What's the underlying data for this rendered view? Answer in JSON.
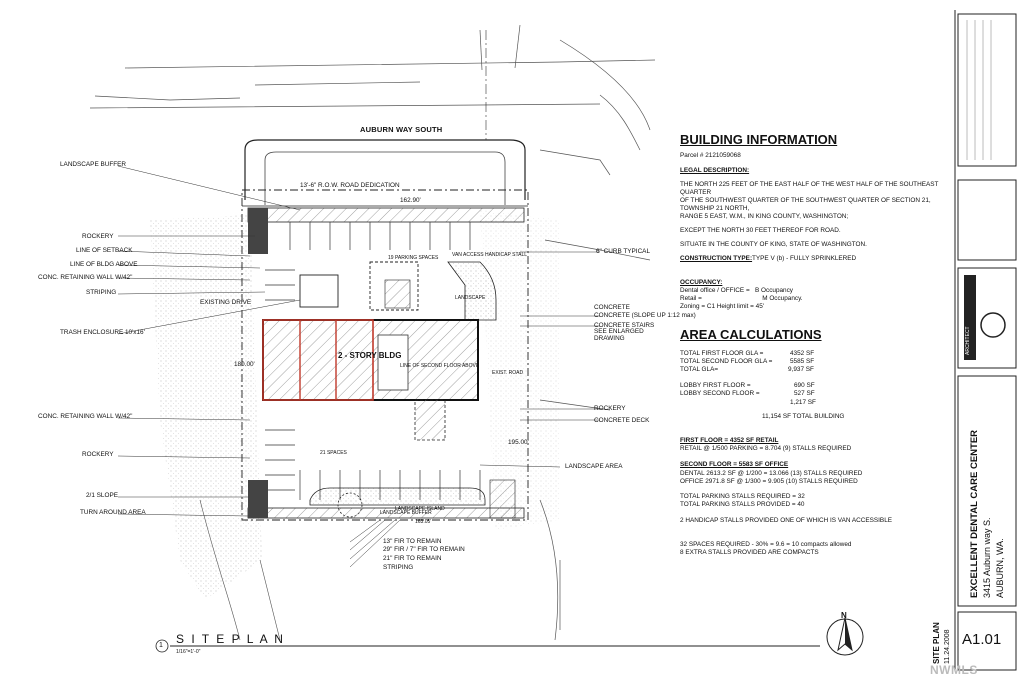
{
  "header": {
    "street_name": "AUBURN WAY SOUTH"
  },
  "building_info": {
    "title": "BUILDING INFORMATION",
    "parcel": "Parcel # 2121059068",
    "legal_heading": "LEGAL DESCRIPTION:",
    "legal_lines": [
      "THE NORTH 225 FEET OF THE EAST HALF OF THE WEST HALF OF THE SOUTHEAST",
      "QUARTER",
      "OF THE SOUTHWEST QUARTER OF THE SOUTHWEST QUARTER OF SECTION 21,",
      "TOWNSHIP 21 NORTH,",
      "RANGE 5 EAST, W.M., IN KING COUNTY, WASHINGTON;"
    ],
    "except_line": "EXCEPT THE NORTH 30 FEET THEREOF FOR ROAD.",
    "situate_line": "SITUATE IN THE COUNTY OF KING, STATE OF WASHINGTON.",
    "construction_label": "CONSTRUCTION TYPE:",
    "construction_value": "TYPE V (b) - FULLY SPRINKLERED",
    "occupancy_heading": "OCCUPANCY:",
    "occupancy_lines": [
      "Dental office / OFFICE =   B Occupancy",
      "Retail =                                  M Occupancy.",
      "Zoning = C1 Height limit = 45'"
    ]
  },
  "area_calc": {
    "title": "AREA CALCULATIONS",
    "rows_1": [
      {
        "label": "TOTAL FIRST FLOOR GLA =",
        "value": "4352 SF"
      },
      {
        "label": "TOTAL SECOND FLOOR GLA =",
        "value": "5585 SF"
      },
      {
        "label": "TOTAL GLA=",
        "value": "9,937 SF"
      }
    ],
    "rows_2": [
      {
        "label": "LOBBY FIRST FLOOR =",
        "value": "690 SF"
      },
      {
        "label": "LOBBY SECOND FLOOR =",
        "value": "527 SF"
      },
      {
        "label": "",
        "value": "1,217 SF"
      }
    ],
    "total_building": "11,154 SF TOTAL BUILDING",
    "first_floor_heading": "FIRST FLOOR = 4352 SF RETAIL",
    "first_floor_line": "RETAIL @ 1/500 PARKING  = 8.704 (9) STALLS REQUIRED",
    "second_floor_heading": "SECOND FLOOR = 5583 SF OFFICE",
    "second_floor_lines": [
      "DENTAL 2613.2 SF @ 1/200 = 13.066 (13) STALLS REQUIRED",
      "OFFICE 2971.8 SF @ 1/300 = 9.905 (10) STALLS REQUIRED"
    ],
    "totals": [
      "TOTAL PARKING STALLS REQUIRED = 32",
      "TOTAL PARKING STALLS PROVIDED = 40"
    ],
    "handicap": "2 HANDICAP STALLS PROVIDED ONE OF WHICH IS VAN ACCESSIBLE",
    "compacts": [
      "32 SPACES REQUIRED - 30% = 9.6 = 10 compacts allowed",
      "8 EXTRA STALLS PROVIDED ARE COMPACTS"
    ]
  },
  "site_plan": {
    "title": "S I T E   P L A N",
    "scale": "1/16\"=1'-0\"",
    "callout": "1",
    "building_label": "2 - STORY BLDG",
    "north": "N",
    "labels": {
      "landscape_buffer": "LANDSCAPE BUFFER",
      "line_of_setback": "LINE OF SETBACK",
      "line_of_bldg_above": "LINE OF BLDG ABOVE",
      "rockery": "ROCKERY",
      "conc_wall": "CONC. RETAINING WALL W/42\"",
      "striping": "STRIPING",
      "trash": "TRASH ENCLOSURE 10'x16'",
      "conc_wall_2": "CONC. RETAINING WALL W/42\"",
      "rockery_2": "ROCKERY",
      "slope": "2/1 SLOPE",
      "turn_around": "TURN AROUND AREA",
      "landscape_island": "LANDSCAPE ISLAND",
      "landscape_buffer_2": "LANDSCAPE BUFFER",
      "curb": "6\" CURB TYPICAL",
      "concrete": "CONCRETE",
      "concrete_slope": "CONCRETE (SLOPE UP 1:12 max)",
      "concrete_stairs": "CONCRETE STAIRS SEE ENLARGED DRAWING",
      "rockery_3": "ROCKERY",
      "concrete_deck": "CONCRETE DECK",
      "landscape_area": "LANDSCAPE AREA",
      "tree_1": "13\" FIR TO REMAIN",
      "tree_2": "29\" FIR / 7\" FIR TO REMAIN",
      "tree_3": "21\" FIR TO REMAIN",
      "striping_2": "STRIPING",
      "row": "13'-6\" R.O.W. ROAD DEDICATION",
      "dim_top": "162.90'",
      "dim_bottom": "163.05'",
      "dim_left": "180.00'",
      "dim_right": "195.00'",
      "parking_19": "19 PARKING SPACES",
      "parking_21": "21 SPACES",
      "van_access": "VAN ACCESS HANDICAP STALL",
      "line_second_floor": "LINE OF SECOND FLOOR ABOVE",
      "landscape": "LANDSCAPE",
      "exist_road": "EXIST. ROAD",
      "exist_drive": "EXISTING DRIVE"
    }
  },
  "title_block": {
    "project_name": "EXCELLENT DENTAL CARE CENTER",
    "address_1": "3415 Auburn way S.",
    "address_2": "AUBURN, WA.",
    "sheet_title": "SITE PLAN",
    "date": "11.24.2008",
    "sheet_number": "A1.01",
    "architect": "ARCHITECT",
    "watermark": "NWMLS"
  },
  "colors": {
    "line": "#222222",
    "hatch": "#777777",
    "red": "#c0392b",
    "paper": "#ffffff"
  }
}
